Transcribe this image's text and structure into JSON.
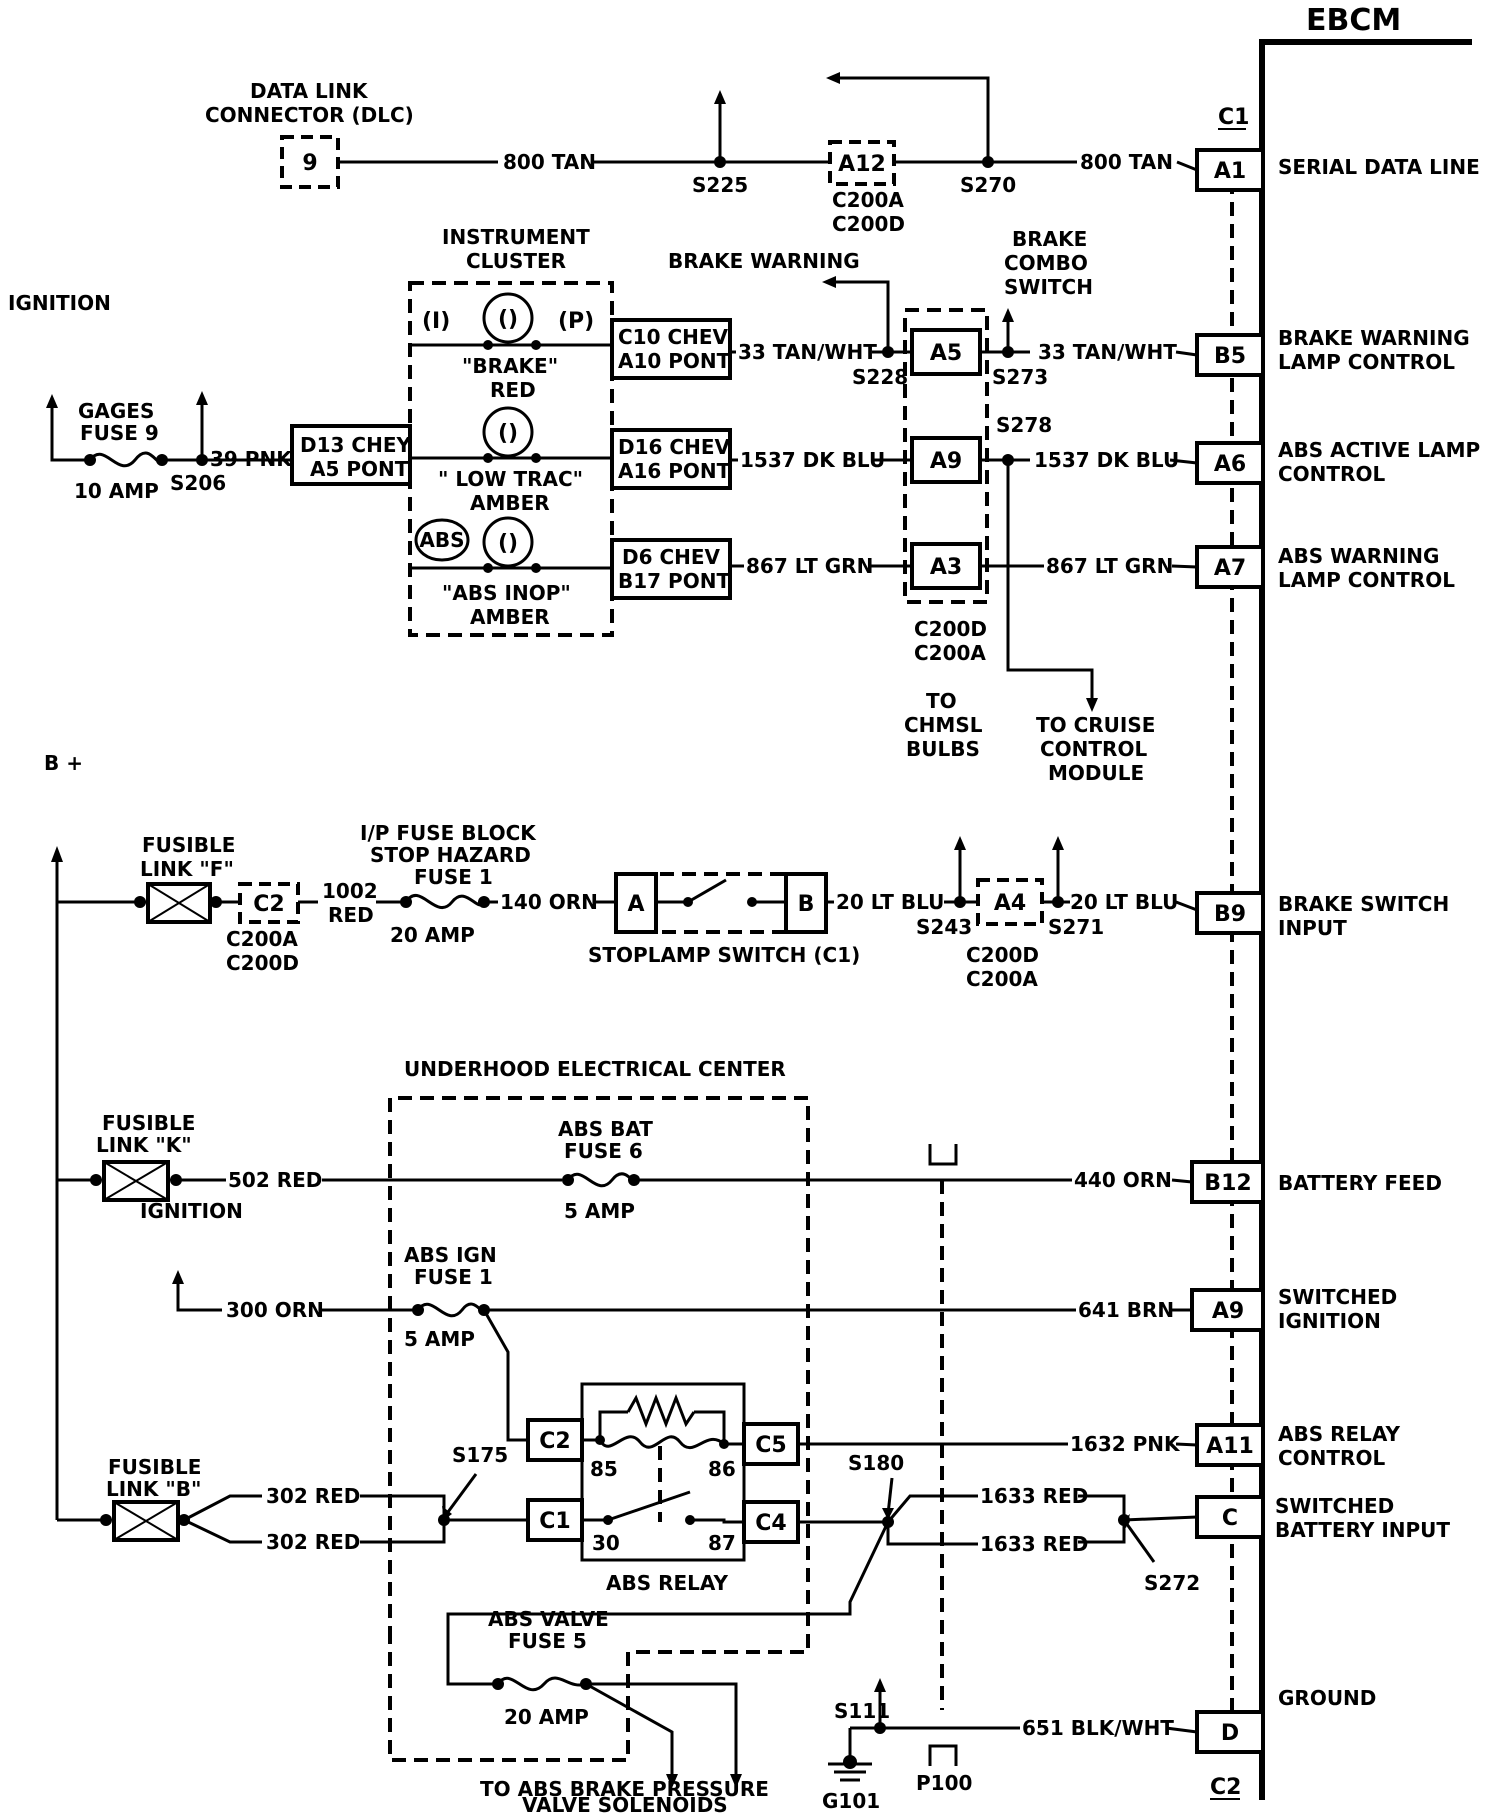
{
  "module": {
    "name": "EBCM",
    "connector_top": "C1",
    "connector_bottom": "C2"
  },
  "pins": [
    {
      "id": "A1",
      "func1": "SERIAL DATA LINE",
      "func2": ""
    },
    {
      "id": "B5",
      "func1": "BRAKE WARNING",
      "func2": "LAMP CONTROL"
    },
    {
      "id": "A6",
      "func1": "ABS ACTIVE LAMP",
      "func2": "CONTROL"
    },
    {
      "id": "A7",
      "func1": "ABS WARNING",
      "func2": "LAMP CONTROL"
    },
    {
      "id": "B9",
      "func1": "BRAKE SWITCH",
      "func2": "INPUT"
    },
    {
      "id": "B12",
      "func1": "BATTERY FEED",
      "func2": ""
    },
    {
      "id": "A9",
      "func1": "SWITCHED",
      "func2": "IGNITION"
    },
    {
      "id": "A11",
      "func1": "ABS RELAY",
      "func2": "CONTROL"
    },
    {
      "id": "C",
      "func1": "SWITCHED",
      "func2": "BATTERY INPUT"
    },
    {
      "id": "D",
      "func1": "GROUND",
      "func2": ""
    }
  ],
  "dlc": {
    "line1": "DATA LINK",
    "line2": "CONNECTOR (DLC)",
    "pin": "9"
  },
  "serial": {
    "wire_left": "800 TAN",
    "wire_right": "800 TAN",
    "splice1": "S225",
    "connector": "A12",
    "conn1": "C200A",
    "conn2": "C200D",
    "splice2": "S270"
  },
  "cluster": {
    "line1": "INSTRUMENT",
    "line2": "CLUSTER",
    "brake1": "\"BRAKE\"",
    "brake2": "RED",
    "trac1": "\" LOW TRAC\"",
    "trac2": "AMBER",
    "abs1": "\"ABS INOP\"",
    "abs2": "AMBER",
    "sym_i": "(I)",
    "sym_p": "(P)",
    "sym_abs": "ABS",
    "lamp_sym": "()"
  },
  "pinlabels": {
    "c10_1": "C10 CHEV",
    "c10_2": "A10 PONT",
    "d13_1": "D13 CHEY",
    "d13_2": "A5 PONT",
    "d16_1": "D16 CHEV",
    "d16_2": "A16 PONT",
    "d6_1": "D6 CHEV",
    "d6_2": "B17 PONT"
  },
  "ignition": {
    "label": "IGNITION",
    "fuse1": "GAGES",
    "fuse2": "FUSE 9",
    "amp": "10 AMP",
    "splice": "S206",
    "wire": "39 PNK"
  },
  "brake_warning": {
    "label": "BRAKE WARNING",
    "wire_left": "33 TAN/WHT",
    "splice_left": "S228",
    "conn": "A5",
    "splice_right": "S273",
    "wire_right": "33 TAN/WHT",
    "combo1": "BRAKE",
    "combo2": "COMBO",
    "combo3": "SWITCH"
  },
  "abs_active": {
    "wire_left": "1537 DK BLU",
    "conn": "A9",
    "splice": "S278",
    "wire_right": "1537 DK BLU"
  },
  "abs_warn": {
    "wire_left": "867 LT GRN",
    "conn": "A3",
    "wire_right": "867 LT GRN",
    "conn1": "C200D",
    "conn2": "C200A"
  },
  "destinations": {
    "chmsl1": "TO",
    "chmsl2": "CHMSL",
    "chmsl3": "BULBS",
    "cruise1": "TO CRUISE",
    "cruise2": "CONTROL",
    "cruise3": "MODULE"
  },
  "bplus": {
    "label": "B +"
  },
  "fusible_f": {
    "line1": "FUSIBLE",
    "line2": "LINK \"F\"",
    "conn": "C2",
    "c1": "C200A",
    "c2": "C200D",
    "wire1": "1002",
    "wire2": "RED"
  },
  "stop_fuse": {
    "line1": "I/P FUSE BLOCK",
    "line2": "STOP HAZARD",
    "line3": "FUSE 1",
    "amp": "20 AMP",
    "wire": "140 ORN"
  },
  "stoplamp": {
    "a": "A",
    "b": "B",
    "label": "STOPLAMP SWITCH (C1)",
    "wire_left": "20 LT BLU",
    "splice_left": "S243",
    "conn": "A4",
    "splice_right": "S271",
    "wire_right": "20 LT BLU",
    "c1": "C200D",
    "c2": "C200A"
  },
  "uec": {
    "label": "UNDERHOOD ELECTRICAL CENTER"
  },
  "fusible_k": {
    "line1": "FUSIBLE",
    "line2": "LINK \"K\"",
    "wire": "502 RED",
    "ign": "IGNITION"
  },
  "abs_bat": {
    "line1": "ABS BAT",
    "line2": "FUSE 6",
    "amp": "5 AMP",
    "wire": "440 ORN"
  },
  "abs_ign": {
    "line1": "ABS IGN",
    "line2": "FUSE 1",
    "amp": "5 AMP",
    "wire_left": "300 ORN",
    "wire_right": "641 BRN"
  },
  "relay": {
    "c2": "C2",
    "c5": "C5",
    "c1": "C1",
    "c4": "C4",
    "p85": "85",
    "p86": "86",
    "p30": "30",
    "p87": "87",
    "label": "ABS RELAY",
    "wire_ctrl": "1632 PNK"
  },
  "fusible_b": {
    "line1": "FUSIBLE",
    "line2": "LINK \"B\"",
    "wire1": "302 RED",
    "wire2": "302 RED",
    "splice": "S175"
  },
  "switched": {
    "splice": "S180",
    "wire1": "1633 RED",
    "wire2": "1633 RED",
    "splice2": "S272"
  },
  "valve": {
    "line1": "ABS VALVE",
    "line2": "FUSE 5",
    "amp": "20 AMP",
    "dest1": "TO ABS BRAKE PRESSURE",
    "dest2": "VALVE SOLENOIDS"
  },
  "ground": {
    "splice": "S111",
    "g": "G101",
    "p100": "P100",
    "wire": "651 BLK/WHT"
  }
}
